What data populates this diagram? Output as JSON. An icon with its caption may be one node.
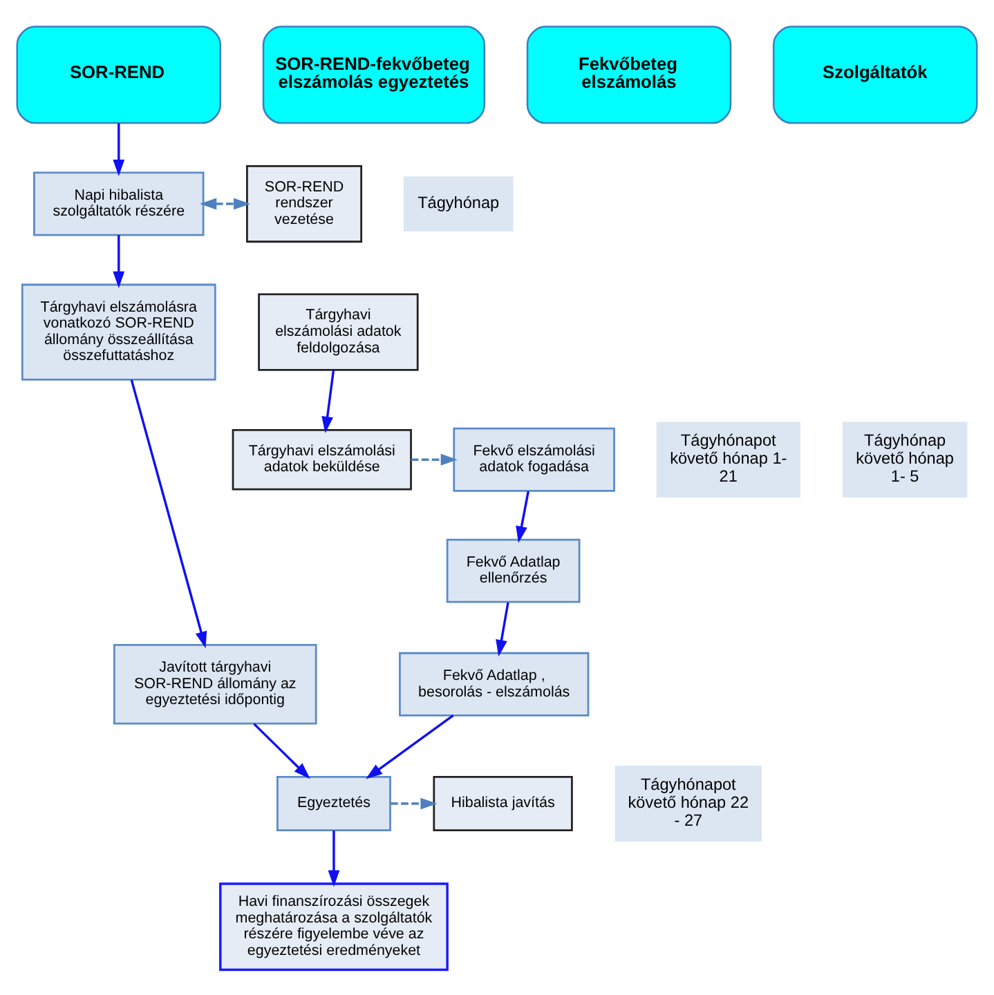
{
  "diagram": {
    "nodes": [
      {
        "text": [
          "SOR-REND"
        ]
      },
      {
        "text": [
          "SOR-REND-fekvőbeteg elszámolás egyeztetés"
        ]
      },
      {
        "text": [
          "Fekvőbeteg elszámolás"
        ]
      },
      {
        "text": [
          "Szolgáltatók"
        ]
      },
      {
        "text": [
          "Tágyhónap"
        ]
      },
      {
        "text": [
          "Napi hibalista szolgáltatók részére"
        ]
      },
      {
        "text": [
          "SOR-REND rendszer vezetése"
        ]
      },
      {
        "text": [
          "Tárgyhavi elszámolási adatok feldolgozása"
        ]
      },
      {
        "text": [
          "Tárgyhavi elszámolásra vonatkozó SOR-REND állomány összeállítása összefuttatáshoz"
        ]
      },
      {
        "text": [
          "Tágyhónapot követő hónap 1- 21"
        ]
      },
      {
        "text": [
          "Tágyhónap követő hónap 1- 5"
        ]
      },
      {
        "text": [
          "Fekvő elszámolási adatok fogadása"
        ]
      },
      {
        "text": [
          "Tárgyhavi elszámolási adatok beküldése"
        ]
      },
      {
        "text": [
          "Fekvő Adatlap ellenőrzés"
        ]
      },
      {
        "text": [
          "Javított tárgyhavi SOR-REND állomány az egyeztetési időpontig"
        ]
      },
      {
        "text": [
          "Fekvő Adatlap , besorolás - elszámolás"
        ]
      },
      {
        "text": [
          "Tágyhónapot követő hónap 22 - 27"
        ]
      },
      {
        "text": [
          "Egyeztetés"
        ]
      },
      {
        "text": [
          "Hibalista javítás"
        ]
      },
      {
        "text": [
          "Havi finanszírozási összegek meghatározása a szolgáltatók részére figyelembe véve az egyeztetési eredményeket"
        ]
      }
    ],
    "edges": [
      {
        "from": 0,
        "to": 5,
        "arrow": "to"
      },
      {
        "from": 5,
        "to": 6,
        "arrow": "both",
        "style": "dashed",
        "color": "#4f81bd"
      },
      {
        "from": 5,
        "to": 8,
        "arrow": "to"
      },
      {
        "from": 7,
        "to": 12,
        "arrow": "to"
      },
      {
        "from": 12,
        "to": 11,
        "arrow": "to",
        "style": "dashed",
        "color": "#4f81bd"
      },
      {
        "from": 11,
        "to": 13,
        "arrow": "to"
      },
      {
        "from": 13,
        "to": 15,
        "arrow": "to"
      },
      {
        "from": 8,
        "to": 14,
        "arrow": "to"
      },
      {
        "from": 14,
        "to": 17,
        "arrow": "to"
      },
      {
        "from": 15,
        "to": 17,
        "arrow": "to"
      },
      {
        "from": 17,
        "to": 18,
        "arrow": "to",
        "style": "dashed",
        "color": "#4f81bd"
      },
      {
        "from": 17,
        "to": 19,
        "arrow": "to"
      }
    ]
  }
}
